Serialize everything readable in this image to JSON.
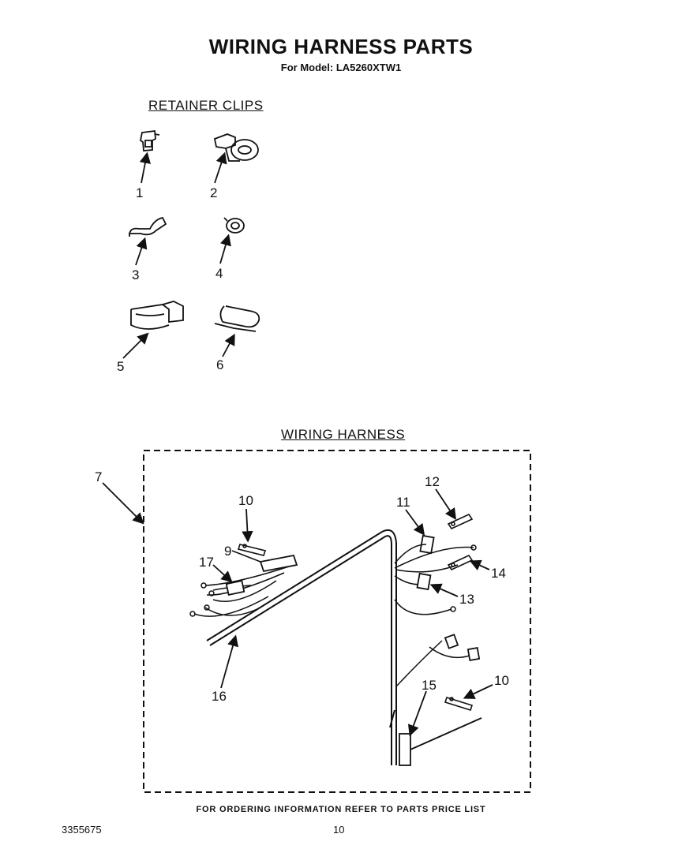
{
  "page": {
    "title": "WIRING HARNESS PARTS",
    "subtitle": "For Model: LA5260XTW1",
    "footer": "FOR ORDERING INFORMATION REFER TO PARTS PRICE LIST",
    "document_number": "3355675",
    "page_number": "10"
  },
  "sections": {
    "retainer_clips": "RETAINER CLIPS",
    "wiring_harness": "WIRING HARNESS"
  },
  "callouts": {
    "c1": "1",
    "c2": "2",
    "c3": "3",
    "c4": "4",
    "c5": "5",
    "c6": "6",
    "c7": "7",
    "c9": "9",
    "c10a": "10",
    "c10b": "10",
    "c11": "11",
    "c12": "12",
    "c13": "13",
    "c14": "14",
    "c15": "15",
    "c16": "16",
    "c17": "17"
  }
}
